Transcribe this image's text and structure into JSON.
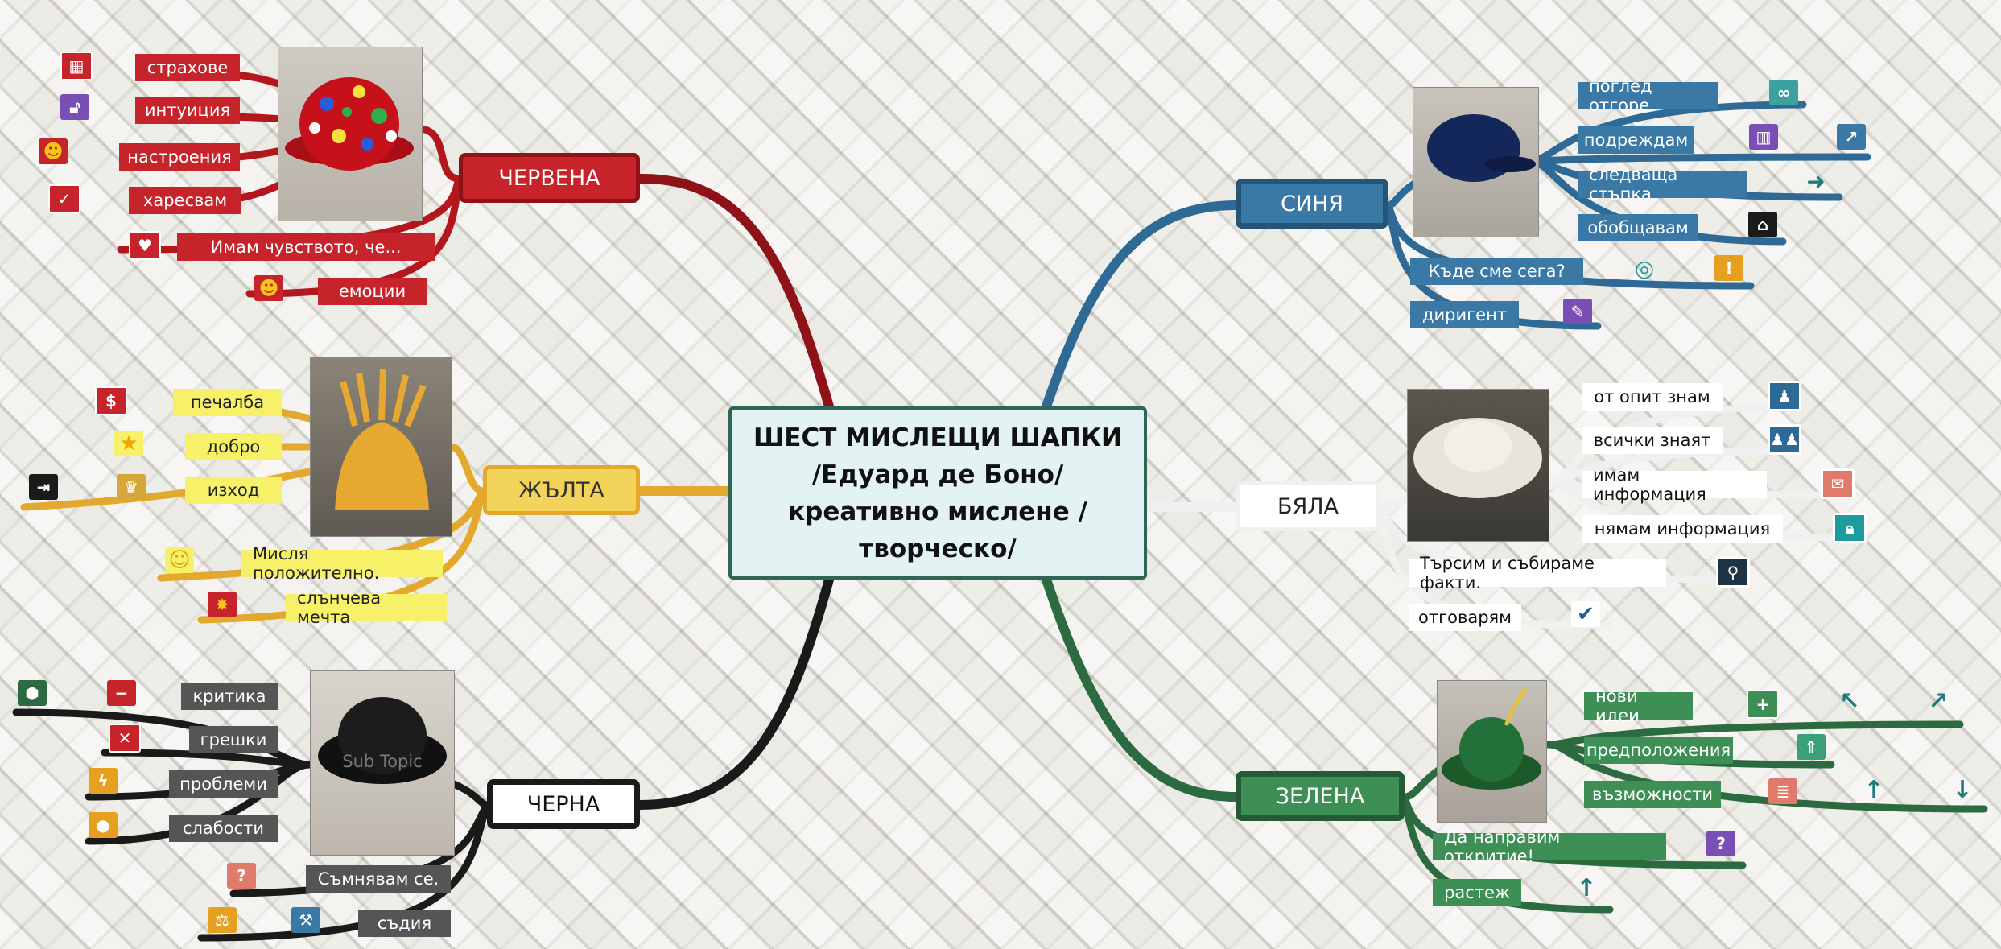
{
  "center": {
    "line1": "ШЕСТ МИСЛЕЩИ ШАПКИ",
    "line2": "/Едуард де Боно/",
    "line3": "креативно мислене /",
    "line4": "творческо/"
  },
  "colors": {
    "red": "#b3171d",
    "yellow": "#eab42a",
    "black": "#1a1a1a",
    "blue": "#2f6a96",
    "white": "#ffffff",
    "green": "#2c6b3f"
  },
  "red": {
    "title": "ЧЕРВЕНА",
    "leaves": [
      "страхове",
      "интуиция",
      "настроения",
      "харесвам",
      "Имам чувството, че...",
      "емоции"
    ],
    "icons": [
      "puzzle-icon",
      "unlock-icon",
      "cool-face-icon",
      "thumbs-up-icon",
      "heart-icon",
      "angry-face-icon"
    ]
  },
  "yellow": {
    "title": "ЖЪЛТА",
    "leaves": [
      "печалба",
      "добро",
      "изход",
      "Мисля положително.",
      "слънчева мечта"
    ],
    "icons": [
      "dollar-icon",
      "star-icon",
      "trophy-icon",
      "smile-face-icon",
      "sun-icon",
      "exit-icon"
    ]
  },
  "black": {
    "title": "ЧЕРНА",
    "photo_caption": "Sub Topic",
    "leaves": [
      "критика",
      "грешки",
      "проблеми",
      "слабости",
      "Съмнявам се.",
      "съдия"
    ],
    "icons": [
      "pin-icon",
      "minus-icon",
      "x-icon",
      "bolt-icon",
      "bomb-icon",
      "question-icon",
      "scales-icon",
      "gavel-icon"
    ]
  },
  "blue": {
    "title": "СИНЯ",
    "leaves": [
      "поглед отгоре",
      "подреждам",
      "следваща стъпка",
      "обобщавам",
      "Къде сме сега?",
      "диригент"
    ],
    "icons": [
      "link-icon",
      "bar-chart-icon",
      "line-chart-icon",
      "arrow-right-icon",
      "home-icon",
      "target-icon",
      "exclamation-icon",
      "pencil-icon"
    ]
  },
  "white": {
    "title": "БЯЛА",
    "leaves": [
      "от опит знам",
      "всички знаят",
      "имам информация",
      "нямам информация",
      "Търсим и събираме факти.",
      "отговарям"
    ],
    "icons": [
      "user-icon",
      "users-icon",
      "mail-icon",
      "lock-icon",
      "search-icon",
      "check-icon"
    ]
  },
  "green": {
    "title": "ЗЕЛЕНА",
    "leaves": [
      "нови идеи",
      "предположения",
      "възможности",
      "Да направим откритие!",
      "растеж"
    ],
    "icons": [
      "plus-icon",
      "arrow-up-left-icon",
      "arrow-up-right-icon",
      "rocket-icon",
      "layers-icon",
      "arrow-up-icon",
      "arrow-down-icon",
      "bulb-icon",
      "arrow-up-icon-2"
    ]
  }
}
